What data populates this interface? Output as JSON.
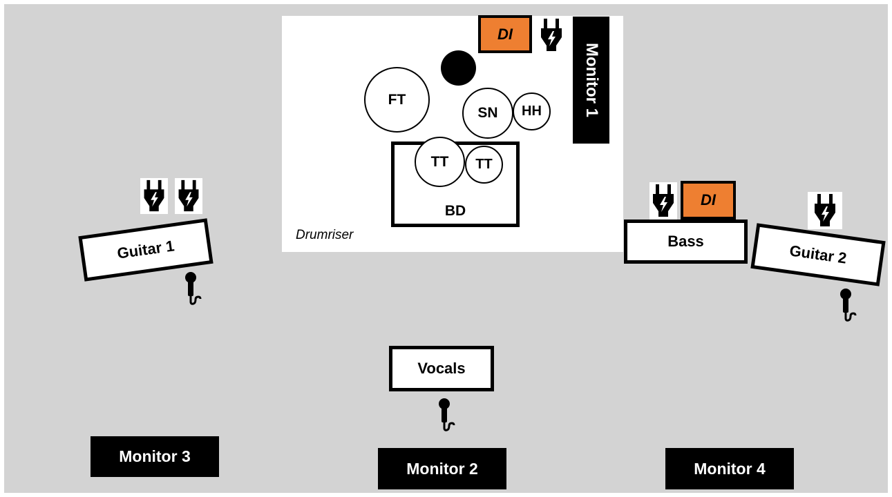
{
  "riser": {
    "label": "Drumriser"
  },
  "drums": {
    "ft": "FT",
    "sn": "SN",
    "hh": "HH",
    "tt1": "TT",
    "tt2": "TT",
    "bd": "BD"
  },
  "amps": {
    "guitar1": "Guitar 1",
    "guitar2": "Guitar 2",
    "bass": "Bass",
    "vocals": "Vocals"
  },
  "di_boxes": {
    "drum_di": "DI",
    "bass_di": "DI"
  },
  "monitors": {
    "m1": "Monitor 1",
    "m2": "Monitor 2",
    "m3": "Monitor 3",
    "m4": "Monitor 4"
  },
  "icons": {
    "plug": "power-plug-icon",
    "mic": "microphone-icon",
    "cymbal": "cymbal-icon"
  },
  "colors": {
    "floor": "#d3d3d3",
    "di": "#ee7f31",
    "monitor": "#000000"
  }
}
